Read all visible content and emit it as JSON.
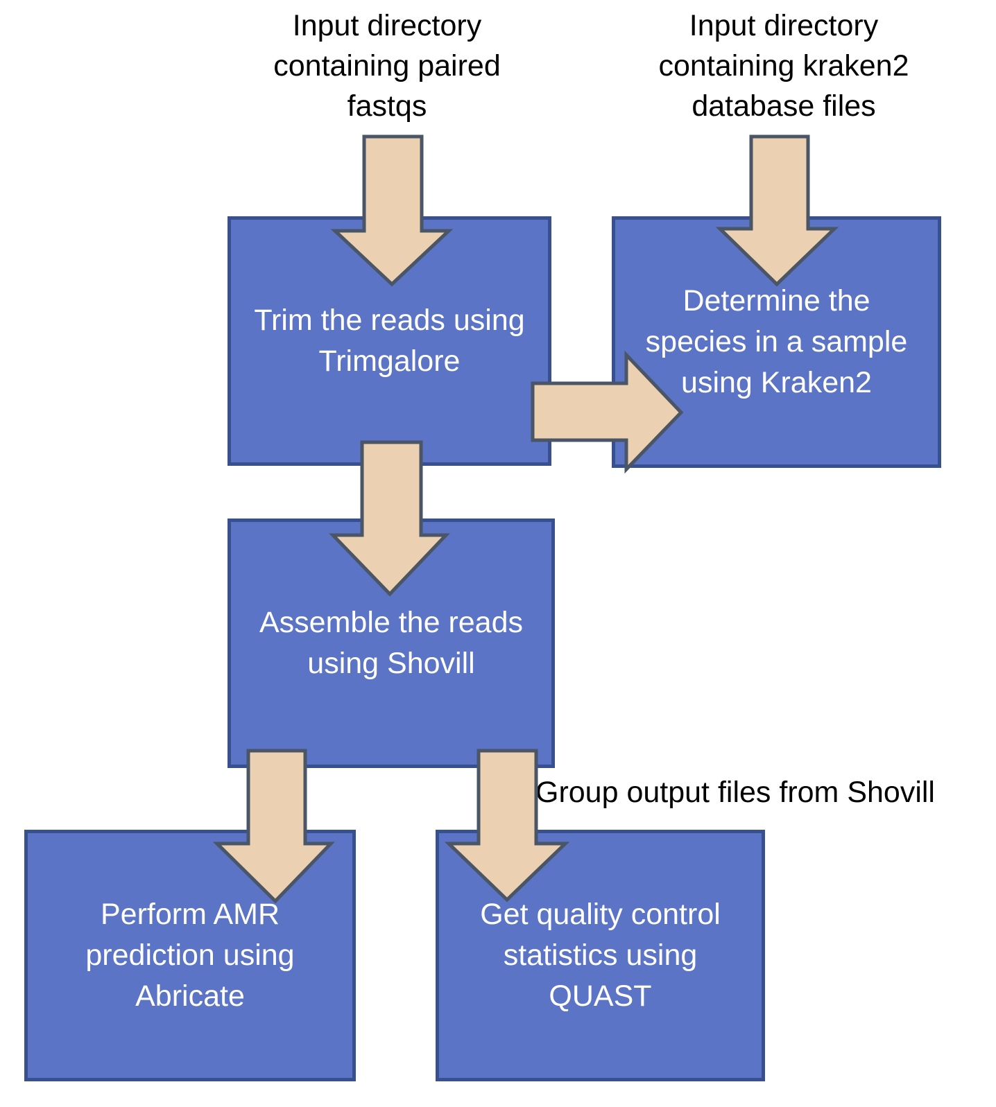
{
  "colors": {
    "box_fill": "#5b74c5",
    "box_border": "#39508e",
    "arrow_fill": "#ebd0b1",
    "arrow_border": "#4a5565",
    "box_text": "#ffffff",
    "label_text": "#000000",
    "background": "#ffffff"
  },
  "inputs": [
    {
      "id": "paired_fastqs",
      "label": "Input directory\ncontaining paired\nfastqs"
    },
    {
      "id": "kraken2_db",
      "label": "Input directory\ncontaining kraken2\ndatabase files"
    }
  ],
  "steps": [
    {
      "id": "trimgalore",
      "label": "Trim the reads using\nTrimgalore"
    },
    {
      "id": "kraken2",
      "label": "Determine the\nspecies in a sample\nusing Kraken2"
    },
    {
      "id": "shovill",
      "label": "Assemble the reads\nusing Shovill"
    },
    {
      "id": "abricate",
      "label": "Perform AMR\nprediction using\nAbricate"
    },
    {
      "id": "quast",
      "label": "Get quality control\nstatistics using\nQUAST"
    }
  ],
  "edge_label": "Group output files from Shovill",
  "edges": [
    {
      "from": "paired_fastqs",
      "to": "trimgalore"
    },
    {
      "from": "kraken2_db",
      "to": "kraken2"
    },
    {
      "from": "trimgalore",
      "to": "kraken2"
    },
    {
      "from": "trimgalore",
      "to": "shovill"
    },
    {
      "from": "shovill",
      "to": "abricate"
    },
    {
      "from": "shovill",
      "to": "quast",
      "label": "Group output files from Shovill"
    }
  ]
}
